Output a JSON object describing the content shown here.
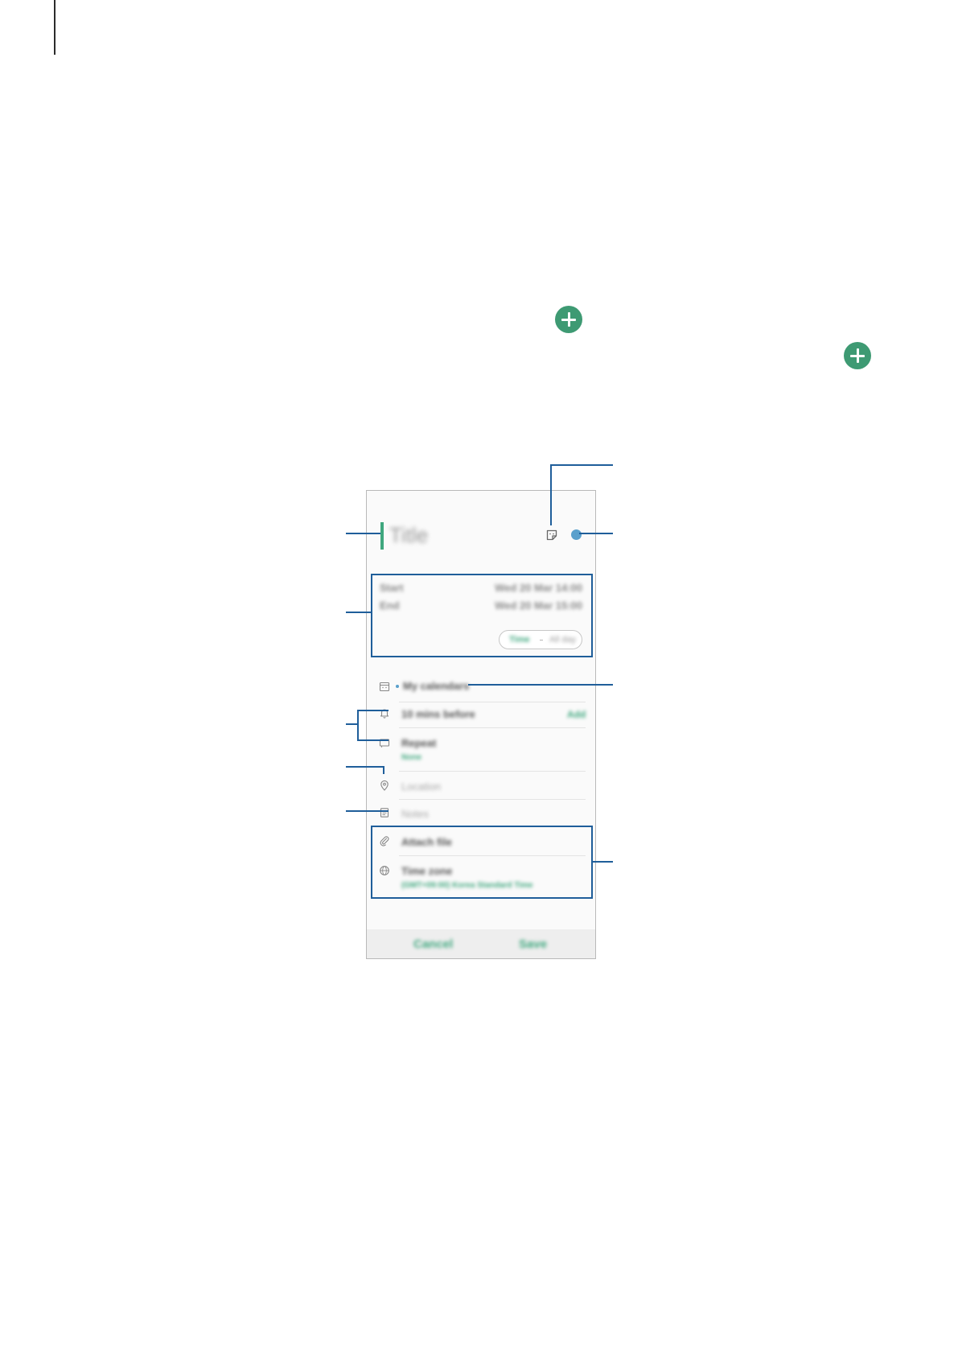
{
  "event_form": {
    "title_placeholder": "Title",
    "start_label": "Start",
    "start_value": "Wed 20 Mar 14:00",
    "end_label": "End",
    "end_value": "Wed 20 Mar 15:00",
    "toggle_time": "Time",
    "toggle_allday": "All day",
    "calendar_label": "My calendars",
    "reminder_label": "10 mins before",
    "reminder_add": "Add",
    "repeat_label": "Repeat",
    "repeat_value": "None",
    "location_placeholder": "Location",
    "notes_placeholder": "Notes",
    "attach_label": "Attach file",
    "timezone_label": "Time zone",
    "timezone_value": "(GMT+09:00) Korea Standard Time",
    "cancel_label": "Cancel",
    "save_label": "Save"
  },
  "colors": {
    "accent_green": "#3fa77e",
    "plus_icon_green": "#3e9a73",
    "callout_blue": "#1f5e9a",
    "event_color_dot": "#5aa0cc"
  },
  "icons": {
    "inline_add": "plus-circle-icon",
    "sticker": "sticker-icon",
    "calendar": "calendar-icon",
    "reminder": "bell-icon",
    "repeat": "repeat-icon",
    "location": "location-pin-icon",
    "notes": "notes-icon",
    "attach": "paperclip-icon",
    "timezone": "globe-icon"
  }
}
